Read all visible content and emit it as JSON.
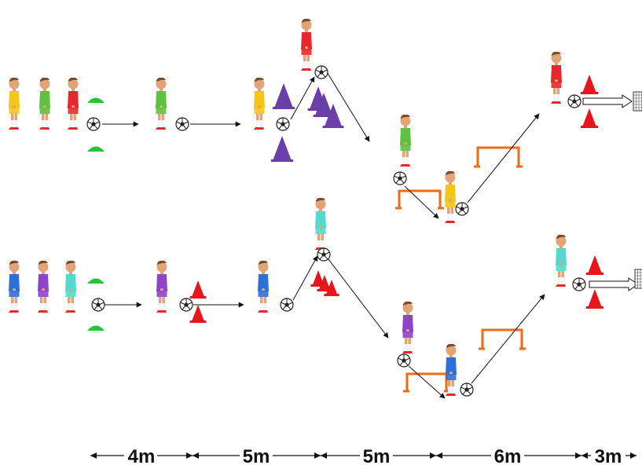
{
  "distances": [
    {
      "label": "4m"
    },
    {
      "label": "5m"
    },
    {
      "label": "5m"
    },
    {
      "label": "6m"
    },
    {
      "label": "3m"
    }
  ],
  "colors": {
    "yellow": "#f5c518",
    "green": "#5cc23f",
    "red": "#e5282c",
    "teal": "#56d8cc",
    "purple": "#8e44c7",
    "blue": "#2e6fd8",
    "cone_red": "#e8161c",
    "cone_purple": "#6a3fa8",
    "marker_green": "#27c33a",
    "hurdle_orange": "#f06a12",
    "arrow": "#111111"
  },
  "icons": [
    "player-figure",
    "soccer-ball",
    "cone",
    "disc-marker",
    "hurdle",
    "goal-net",
    "pass-arrow",
    "dribble-arrow"
  ]
}
